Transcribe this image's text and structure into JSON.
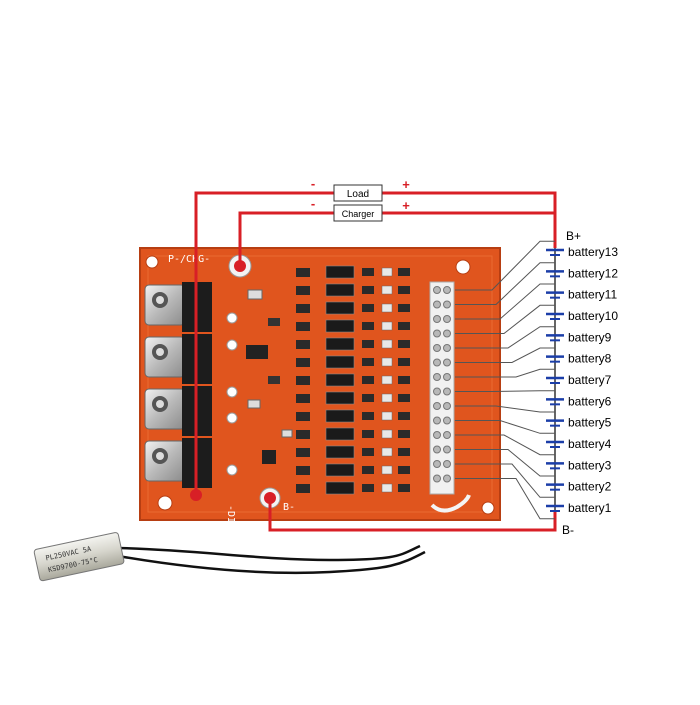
{
  "labels": {
    "load": "Load",
    "charger": "Charger",
    "minus": "-",
    "plus": "+",
    "b_plus": "B+",
    "b_minus": "B-"
  },
  "board_silk": {
    "p_chg": "P-/CHG-",
    "dis": "-DIS",
    "b": "B-"
  },
  "sensor_text": {
    "line1": "KSD9700-75°C",
    "line2": "PL250VAC 5A"
  },
  "batteries": [
    "battery13",
    "battery12",
    "battery11",
    "battery10",
    "battery9",
    "battery8",
    "battery7",
    "battery6",
    "battery5",
    "battery4",
    "battery3",
    "battery2",
    "battery1"
  ],
  "colors": {
    "wire": "#d81f26",
    "pcb": "#e0551e",
    "pcb_dark": "#b73e12",
    "connector_line": "#555555"
  }
}
